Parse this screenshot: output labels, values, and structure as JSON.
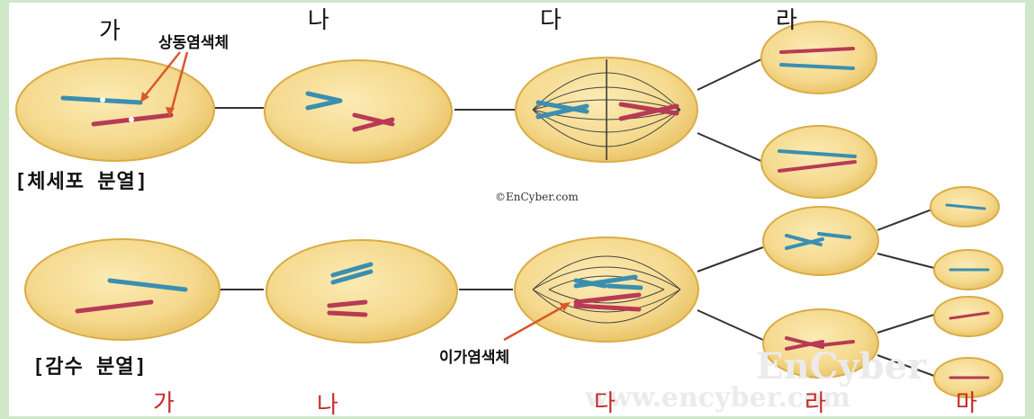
{
  "top_stage_labels": [
    "가",
    "나",
    "다",
    "라"
  ],
  "bottom_stage_labels": [
    "가",
    "나",
    "다",
    "라",
    "마"
  ],
  "mitosis_label": "[체세포 분열]",
  "meiosis_label": "[감수 분열]",
  "homologous_label": "상동염색체",
  "bivalent_label": "이가염색체",
  "credit": "©EnCyber.com",
  "watermark": [
    "EnCyber",
    "www.encyber.com"
  ],
  "colors": {
    "cell_fill": "#f5d98e",
    "cell_edge": "#e1b64a",
    "chromosome_blue": "#3a8fb0",
    "chromosome_red": "#b83a55",
    "arrow": "#d9582b",
    "bottom_label": "#c62828",
    "frame": "#cfe8c8"
  }
}
